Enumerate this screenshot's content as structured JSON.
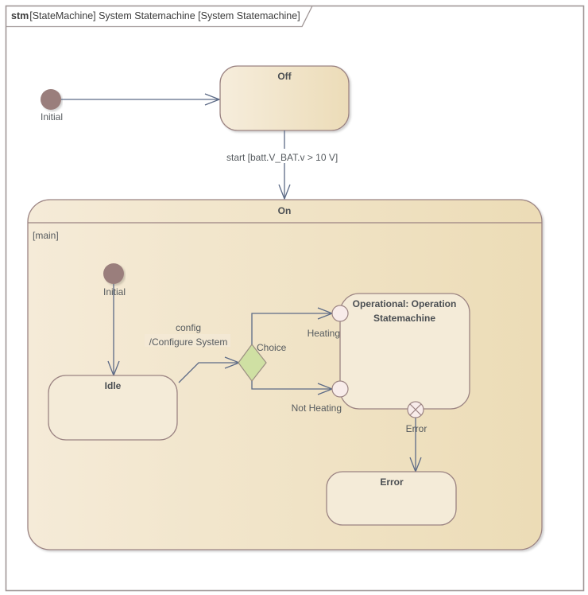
{
  "frame": {
    "keyword": "stm",
    "title": "[StateMachine] System Statemachine [System Statemachine]"
  },
  "top_initial": {
    "label": "Initial"
  },
  "state_off": {
    "name": "Off"
  },
  "transition_start": {
    "label": "start  [batt.V_BAT.v > 10 V]"
  },
  "state_on": {
    "name": "On",
    "region": "[main]",
    "initial": {
      "label": "Initial"
    },
    "state_idle": {
      "name": "Idle"
    },
    "transition_config": {
      "trigger": "config",
      "effect": "/Configure System"
    },
    "choice": {
      "label": "Choice"
    },
    "submachine": {
      "name_line1": "Operational: Operation",
      "name_line2": "Statemachine",
      "entry_heating": "Heating",
      "entry_not_heating": "Not Heating",
      "exit_error": "Error"
    },
    "state_error": {
      "name": "Error"
    }
  },
  "colors": {
    "state_fill_light": "#f5ebd9",
    "state_fill_dark": "#ecdcb8",
    "state_border": "#9b8382",
    "edge": "#5c6a86",
    "initial_node": "#9a7e7c",
    "choice_fill": "#cfe0a3",
    "pseudostate_fill": "#f8ecea"
  }
}
